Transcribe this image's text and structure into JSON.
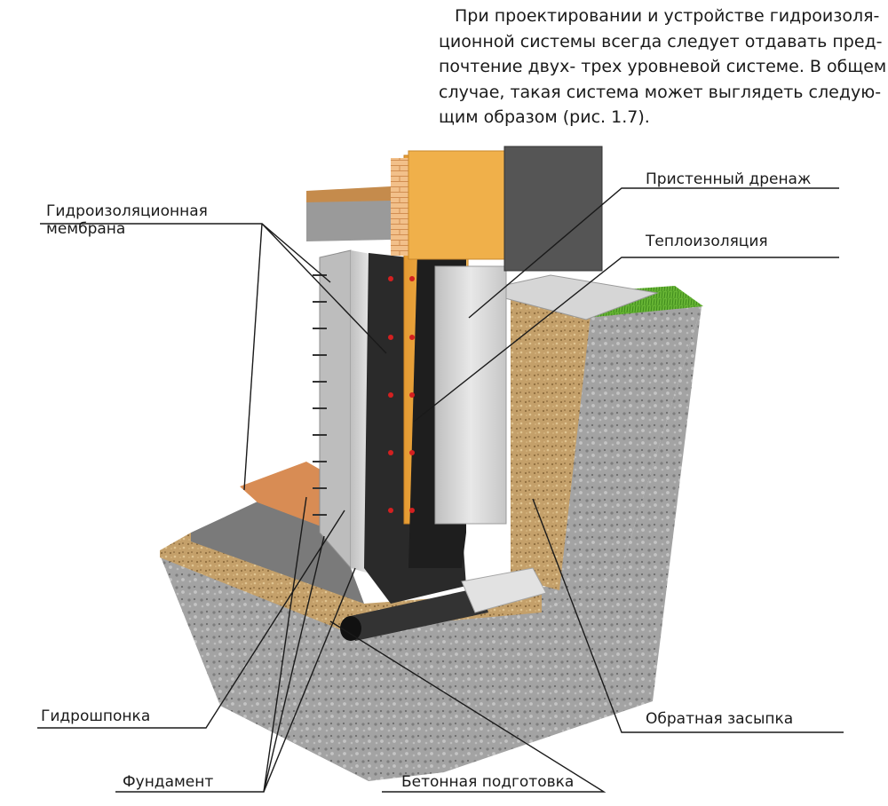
{
  "intro_lines": [
    "При проектировании и устройстве гидроизоля-",
    "ционной системы всегда следует отдавать пред-",
    "почтение двух- трех уровневой системе. В общем",
    "случае, такая система может выглядеть следую-",
    "щим образом (рис. 1.7)."
  ],
  "labels": {
    "membrane_1": "Гидроизоляционная",
    "membrane_2": "мембрана",
    "drainage": "Пристенный дренаж",
    "insulation": "Теплоизоляция",
    "waterstop": "Гидрошпонка",
    "foundation": "Фундамент",
    "concrete_prep": "Бетонная подготовка",
    "backfill": "Обратная засыпка"
  },
  "colors": {
    "brick": "#f0b878",
    "insulation_foam": "#f2b04a",
    "concrete": "#dcdcdc",
    "membrane": "#2b2b2b",
    "gravel": "#c9a770",
    "grass": "#6fbf3a",
    "soil": "#a8a8a8"
  }
}
